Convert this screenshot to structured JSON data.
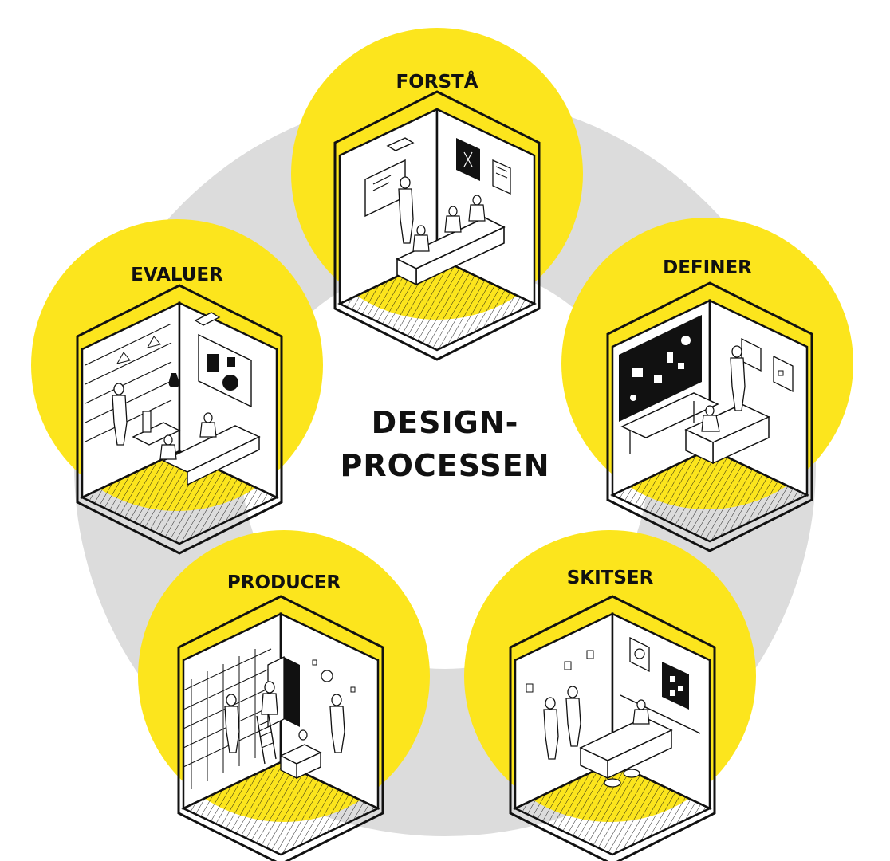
{
  "center": {
    "line1": "DESIGN-",
    "line2": "PROCESSEN"
  },
  "colors": {
    "ring": "#dcdcdc",
    "stage_fill": "#fce51d",
    "room_line": "#111111",
    "room_fill": "#ffffff",
    "room_dark": "#111111"
  },
  "stages": [
    {
      "id": "forsta",
      "label": "FORSTÅ"
    },
    {
      "id": "definer",
      "label": "DEFINER"
    },
    {
      "id": "skitser",
      "label": "SKITSER"
    },
    {
      "id": "producer",
      "label": "PRODUCER"
    },
    {
      "id": "evaluer",
      "label": "EVALUER"
    }
  ]
}
